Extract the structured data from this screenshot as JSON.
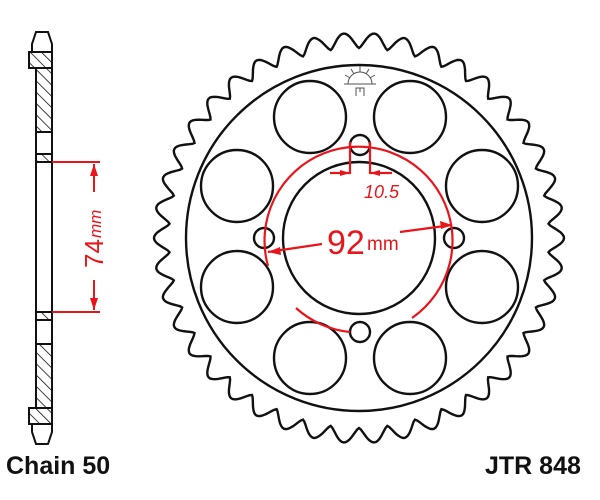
{
  "title": "Sprocket technical drawing",
  "labels": {
    "chain": "Chain 50",
    "part_number": "JTR 848"
  },
  "dimensions": {
    "pcd_value": "92",
    "pcd_unit": "mm",
    "bolt_hole": "10.5",
    "side_value": "74",
    "side_unit": "mm"
  },
  "geometry": {
    "teeth": 42,
    "lightening_holes": 8,
    "bolt_holes": 4
  },
  "colors": {
    "line": "#111111",
    "dimension": "#e8151b"
  }
}
